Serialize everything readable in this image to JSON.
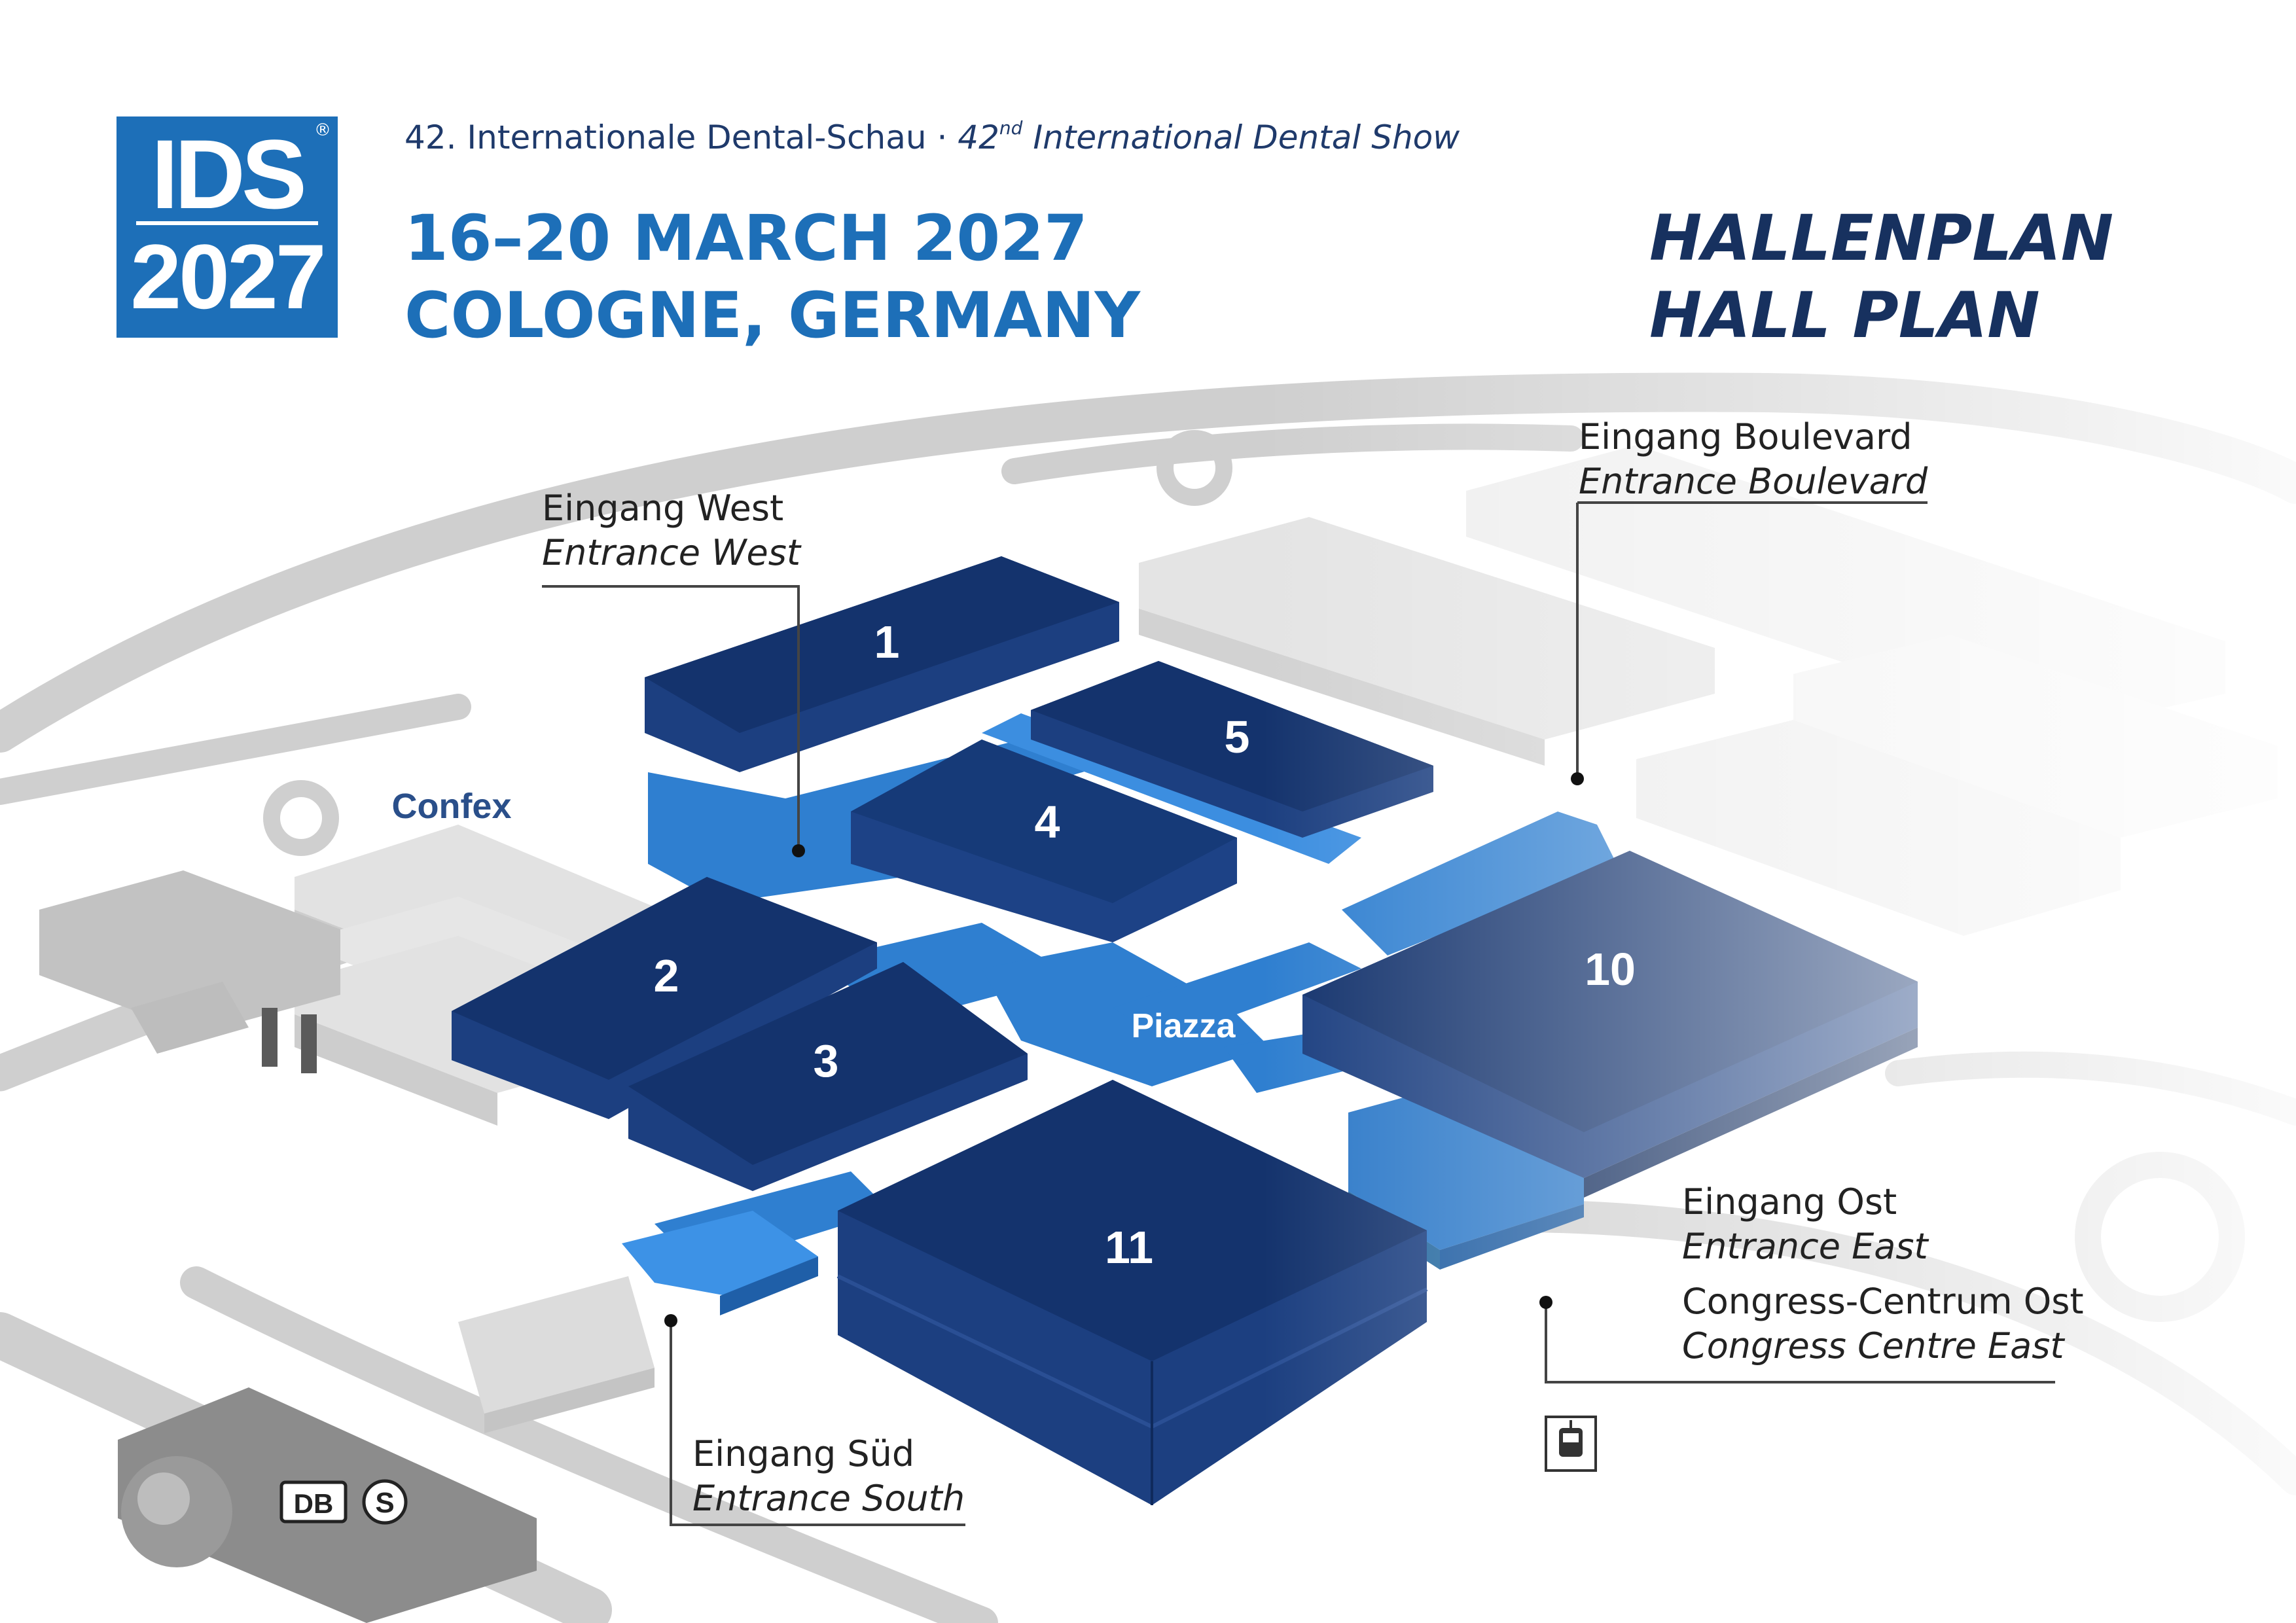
{
  "logo": {
    "line1": "IDS",
    "line2": "2027",
    "registered": "®"
  },
  "header": {
    "subtitle_de": "42. Internationale Dental-Schau",
    "separator": "·",
    "subtitle_en_num": "42",
    "subtitle_en_sup": "nd",
    "subtitle_en_rest": " International Dental Show",
    "date_line": "16–20 MARCH 2027",
    "place_line": "COLOGNE, GERMANY",
    "plan_de": "HALLENPLAN",
    "plan_en": "HALL PLAN"
  },
  "colors": {
    "accent": "#1d6fb8",
    "hall_dark": "#14336d",
    "corridor": "#2f7fd0",
    "road": "#cfcfcf",
    "text_dark": "#17315f"
  },
  "halls": [
    {
      "id": "1",
      "label": "1"
    },
    {
      "id": "2",
      "label": "2"
    },
    {
      "id": "3",
      "label": "3"
    },
    {
      "id": "4",
      "label": "4"
    },
    {
      "id": "5",
      "label": "5"
    },
    {
      "id": "10",
      "label": "10"
    },
    {
      "id": "11",
      "label": "11"
    }
  ],
  "places": {
    "confex": "Confex",
    "piazza": "Piazza"
  },
  "entrances": {
    "west": {
      "de": "Eingang West",
      "en": "Entrance West"
    },
    "boulevard": {
      "de": "Eingang Boulevard",
      "en": "Entrance Boulevard"
    },
    "east": {
      "de": "Eingang Ost",
      "en": "Entrance East"
    },
    "congress": {
      "de": "Congress-Centrum Ost",
      "en": "Congress Centre East"
    },
    "south": {
      "de": "Eingang Süd",
      "en": "Entrance South"
    }
  },
  "transport": {
    "db": "DB",
    "sbahn": "S",
    "tram_icon": "tram-icon"
  }
}
